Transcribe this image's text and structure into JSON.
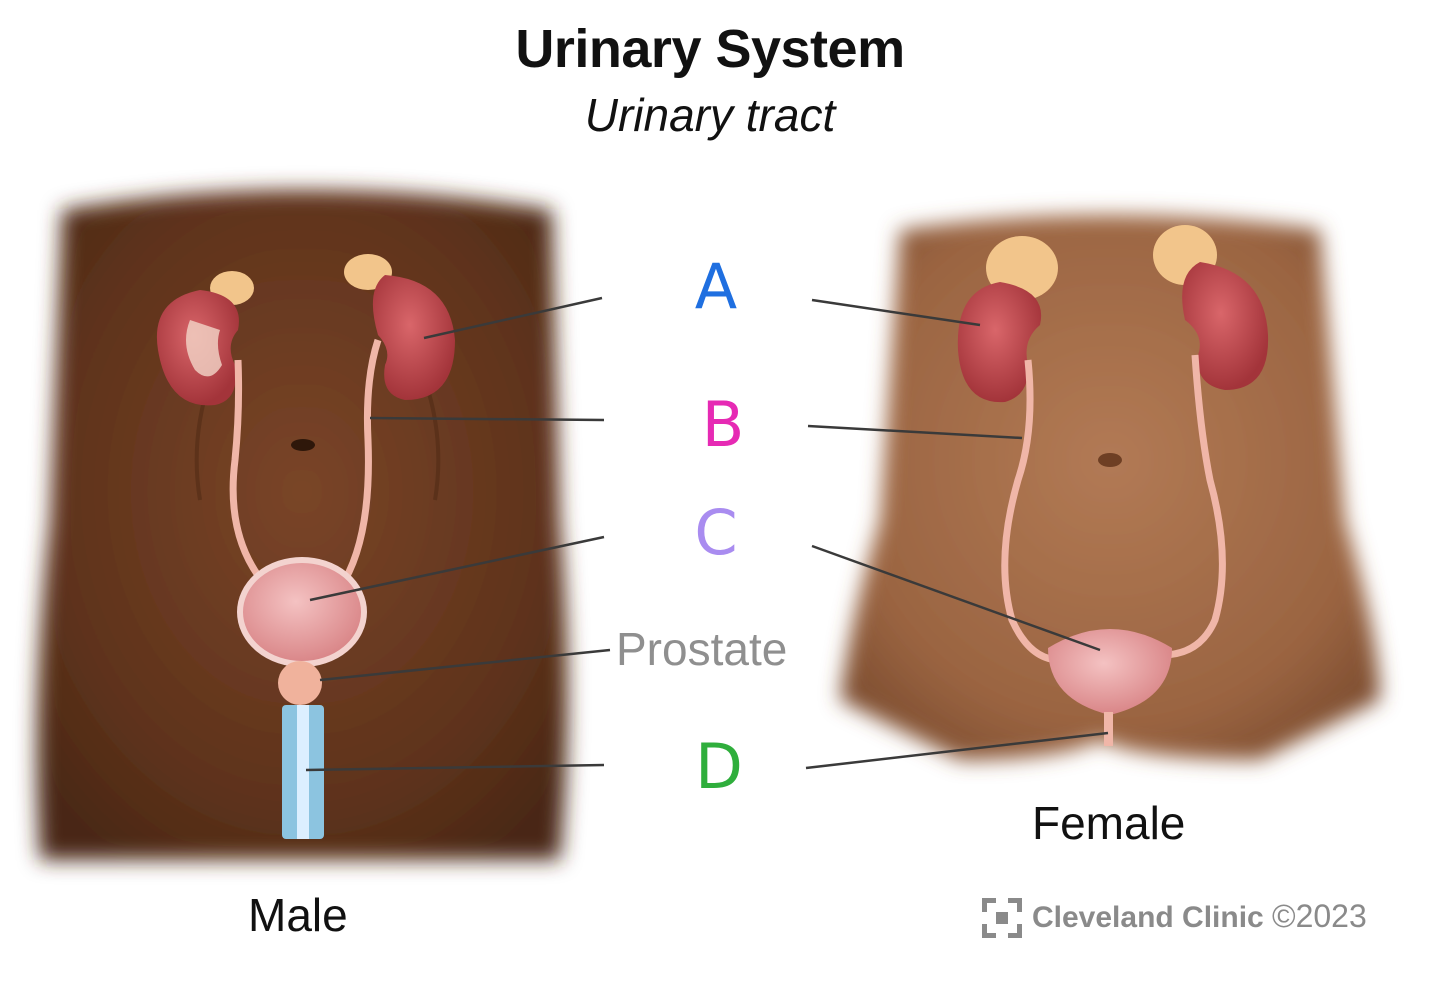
{
  "title": "Urinary System",
  "subtitle": "Urinary tract",
  "labels": {
    "a": "A",
    "b": "B",
    "c": "C",
    "d": "D",
    "prostate": "Prostate"
  },
  "label_colors": {
    "a": "#1f6fe0",
    "b": "#e62ab4",
    "c": "#a98cf0",
    "d": "#2fae3c"
  },
  "captions": {
    "male": "Male",
    "female": "Female"
  },
  "brand": "Cleveland Clinic",
  "copyright": "©2023",
  "colors": {
    "male_skin": "#6b3b22",
    "female_skin": "#a56f4c",
    "kidney": "#c4494e",
    "adrenal": "#f2c58b",
    "ureter": "#f0b6a8",
    "bladder": "#e8a0a2",
    "urethra_male": "#8cc4e0"
  }
}
